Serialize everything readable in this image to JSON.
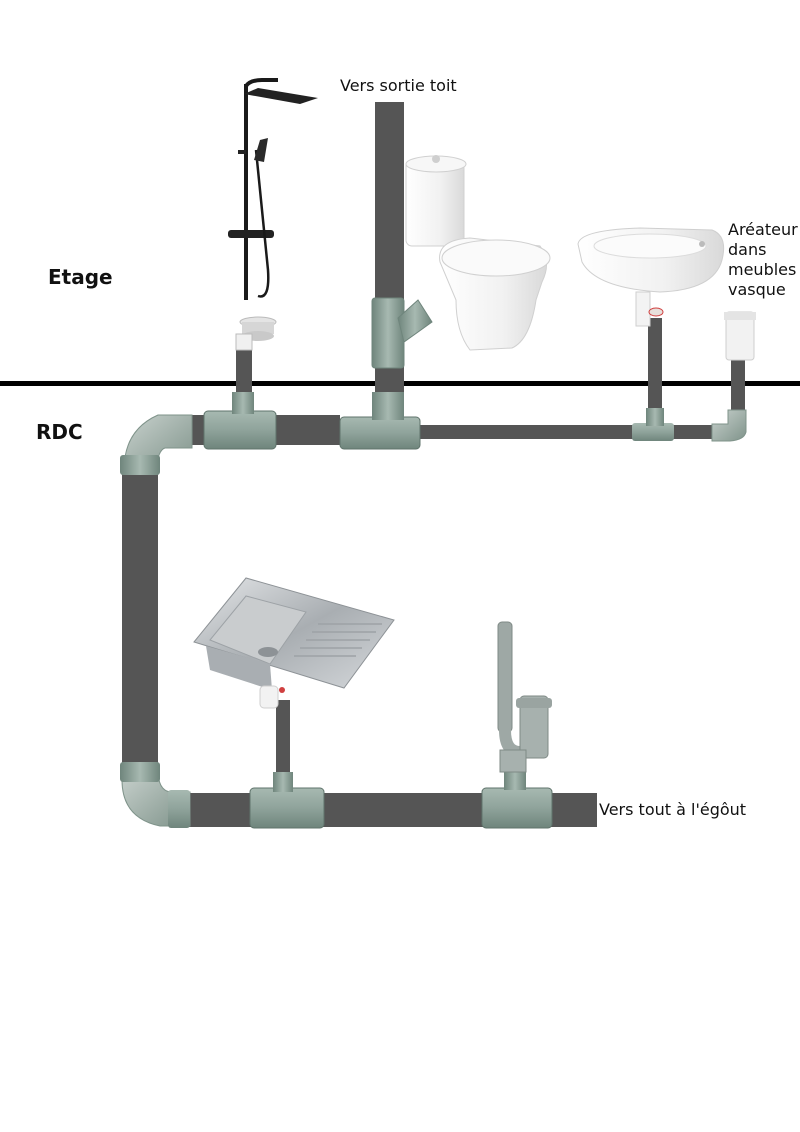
{
  "floors": {
    "upper": "Etage",
    "ground": "RDC"
  },
  "labels": {
    "roof_exit": "Vers sortie toit",
    "sewer_exit": "Vers tout à l'égôut",
    "aerator": "Aréateur dans meubles vasque"
  },
  "fixtures": [
    {
      "name": "shower",
      "icon": "shower-column-icon"
    },
    {
      "name": "toilet",
      "icon": "toilet-icon"
    },
    {
      "name": "washbasin",
      "icon": "washbasin-icon"
    },
    {
      "name": "kitchen-sink",
      "icon": "kitchen-sink-icon"
    },
    {
      "name": "washing-machine-standpipe",
      "icon": "standpipe-trap-icon"
    }
  ],
  "colors": {
    "pipe": "#555555",
    "fitting": "#8fa39b",
    "fitting_dark": "#6f857c",
    "floor_line": "#000000",
    "ceramic": "#f2f2f2",
    "steel": "#b9bdc0"
  }
}
